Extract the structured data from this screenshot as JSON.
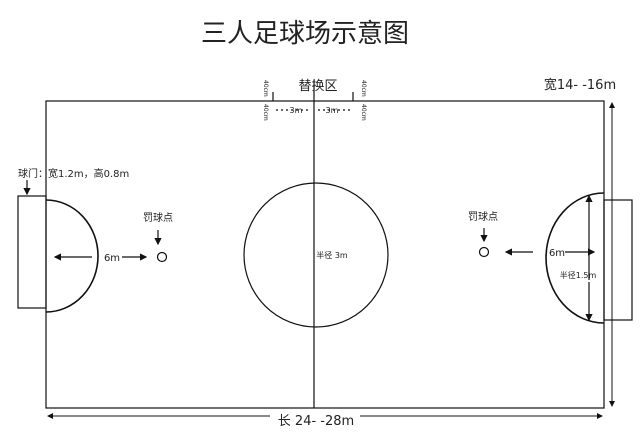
{
  "title": "三人足球场示意图",
  "substitution_zone": "替换区",
  "sub_marks": {
    "above_left": "40cm",
    "above_right": "40cm",
    "below_left": "40cm",
    "below_right": "40cm",
    "left_dist": "3m",
    "right_dist": "3m"
  },
  "width_label": "宽14- -16m",
  "length_label": "长 24- -28m",
  "goal_label": "球门：宽1.2m，高0.8m",
  "penalty_spot_left": "罚球点",
  "penalty_spot_right": "罚球点",
  "penalty_dist_left": "6m",
  "penalty_dist_right": "6m",
  "center_radius": "半径 3m",
  "area_radius": "半径1.5m",
  "line_color": "#111111"
}
